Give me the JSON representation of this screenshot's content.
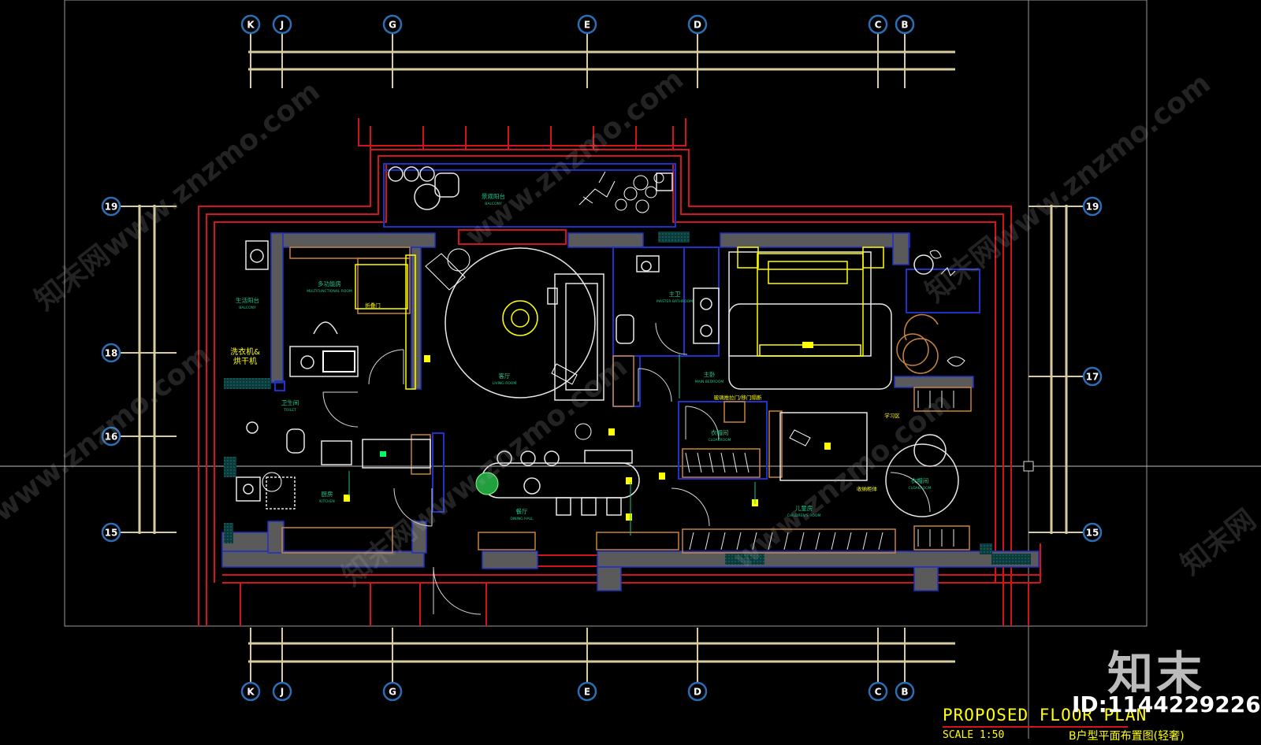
{
  "drawing": {
    "title": "PROPOSED FLOOR PLAN",
    "scale": "SCALE 1:50",
    "subtitle": "B户型平面布置图(轻奢)"
  },
  "watermark": {
    "logo": "知末",
    "id": "ID:1144229226",
    "diagonal": [
      "知末网www.znzmo.com",
      "www.znzmo.com",
      "知末网www.znzmo.com",
      "www.znzmo.com",
      "知末网www.znzmo.com",
      "www.znzmo.com",
      "知末网"
    ]
  },
  "axes": {
    "top": [
      "K",
      "J",
      "G",
      "E",
      "D",
      "C",
      "B"
    ],
    "bottom": [
      "K",
      "J",
      "G",
      "E",
      "D",
      "C",
      "B"
    ],
    "left": [
      "19",
      "18",
      "16",
      "15"
    ],
    "right": [
      "19",
      "17",
      "15"
    ]
  },
  "rooms": [
    {
      "cn": "景观阳台",
      "en": "BALCONY"
    },
    {
      "cn": "多功能房",
      "en": "MULTIFUNCTIONAL ROOM"
    },
    {
      "cn": "生活阳台",
      "en": "BALCONY"
    },
    {
      "cn": "洗衣机&",
      "en": "烘干机"
    },
    {
      "cn": "客厅",
      "en": "LIVING ROOM"
    },
    {
      "cn": "主卫",
      "en": "MASTER BATHROOM"
    },
    {
      "cn": "卫生间",
      "en": "TOILET"
    },
    {
      "cn": "主卧",
      "en": "MAIN BEDROOM"
    },
    {
      "cn": "衣帽间",
      "en": "CLOAKROOM"
    },
    {
      "cn": "厨房",
      "en": "KITCHEN"
    },
    {
      "cn": "餐厅",
      "en": "DINING HALL"
    },
    {
      "cn": "儿童房",
      "en": "CHILDREN'S ROOM"
    },
    {
      "cn": "衣帽间",
      "en": "CLOAKROOM"
    }
  ],
  "notes": [
    "折叠门",
    "玻璃推拉门/移门隔断",
    "学习区",
    "收纳柜体"
  ],
  "colors": {
    "background": "#000000",
    "wall": "#d4141c",
    "axis": "#d8cba0",
    "bubble": "#2a6fb5",
    "furniture": "#e8e8e8",
    "cabinet": "#c8843c",
    "label": "#22c48a",
    "highlight": "#ffff00",
    "structure": "#2030c8"
  }
}
